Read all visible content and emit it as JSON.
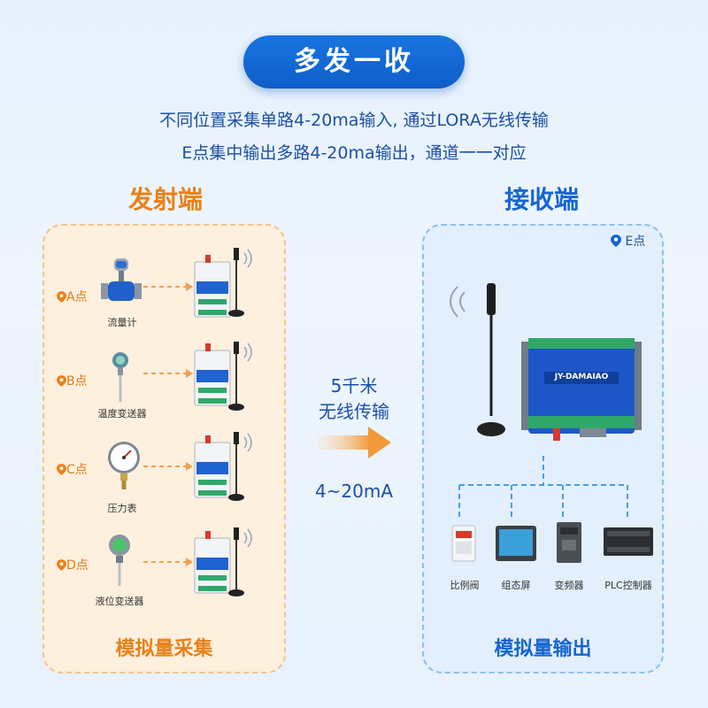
{
  "title": "多发一收",
  "subtitle": {
    "line1": "不同位置采集单路4-20ma输入, 通过LORA无线传输",
    "line2": "E点集中输出多路4-20ma输出，通道一一对应"
  },
  "sender": {
    "title": "发射端",
    "caption": "模拟量采集",
    "points": [
      {
        "point": "A点",
        "sensor": "流量计"
      },
      {
        "point": "B点",
        "sensor": "温度变送器"
      },
      {
        "point": "C点",
        "sensor": "压力表"
      },
      {
        "point": "D点",
        "sensor": "液位变送器"
      }
    ]
  },
  "middle": {
    "distance": "5千米",
    "mode": "无线传输",
    "signal": "4~20mA"
  },
  "receiver": {
    "title": "接收端",
    "point": "E点",
    "device_label": "JY-DAMAIAO",
    "caption": "模拟量输出",
    "devices": [
      "比例阀",
      "组态屏",
      "变频器",
      "PLC控制器"
    ]
  },
  "colors": {
    "primary_blue": "#1565d0",
    "orange": "#e8811a",
    "send_bg": "#fdf0de",
    "recv_bg": "#e3effc"
  }
}
